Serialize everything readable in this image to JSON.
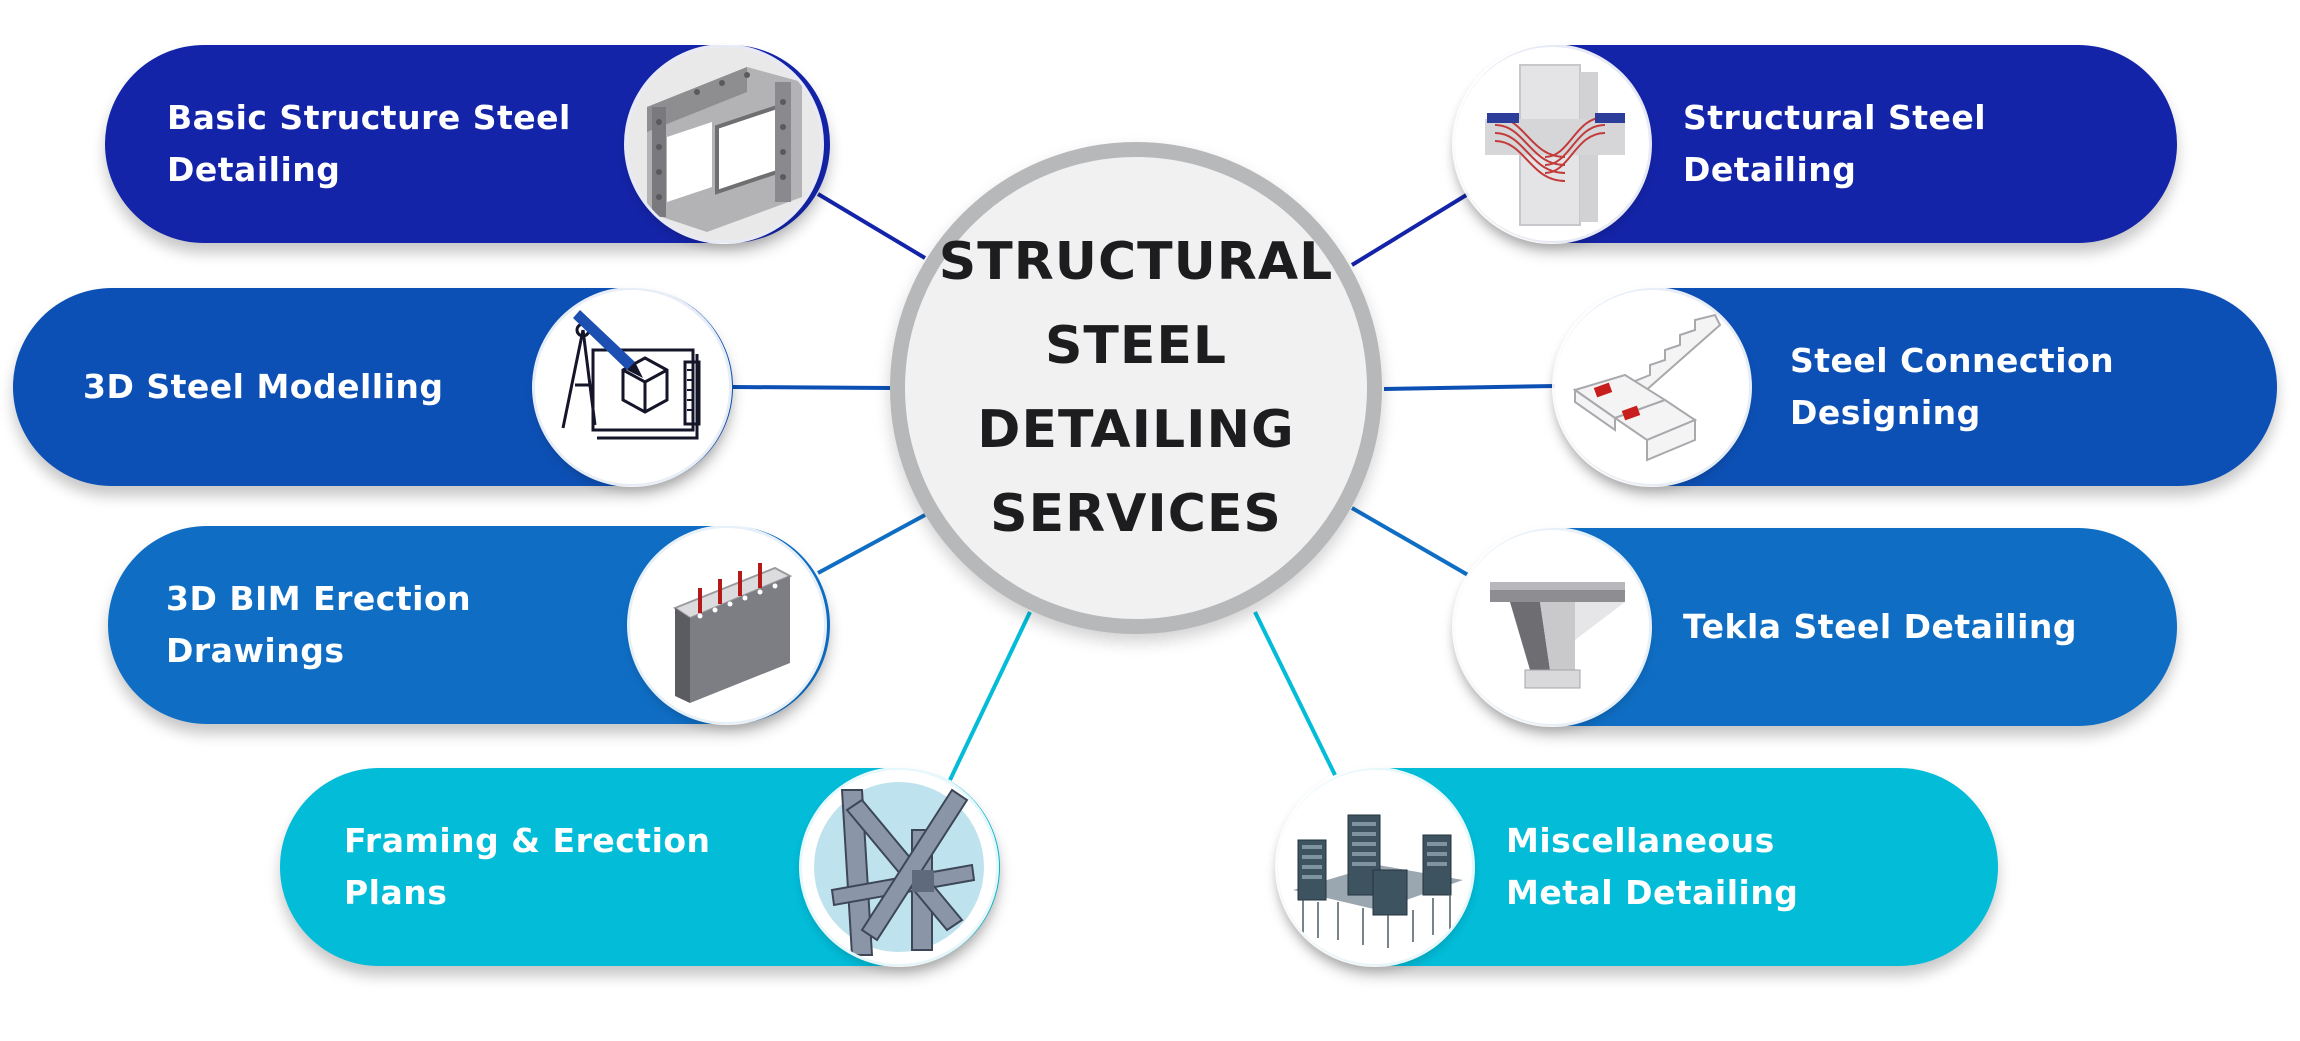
{
  "hub": {
    "title_lines": [
      "STRUCTURAL",
      "STEEL DETAILING",
      "SERVICES"
    ]
  },
  "services": [
    {
      "label": "Basic Structure Steel Detailing",
      "icon": "steel-frame-icon",
      "color": "#1424a8"
    },
    {
      "label": "3D Steel Modelling",
      "icon": "drafting-compass-icon",
      "color": "#0d50b5"
    },
    {
      "label": "3D BIM Erection Drawings",
      "icon": "precast-wall-icon",
      "color": "#0f6ec4"
    },
    {
      "label": "Framing & Erection Plans",
      "icon": "steel-truss-icon",
      "color": "#02bcd8"
    },
    {
      "label": "Structural Steel Detailing",
      "icon": "rebar-column-icon",
      "color": "#1424a8"
    },
    {
      "label": "Steel Connection Designing",
      "icon": "staircase-icon",
      "color": "#0d50b5"
    },
    {
      "label": "Tekla Steel Detailing",
      "icon": "concrete-beam-icon",
      "color": "#0f6ec4"
    },
    {
      "label": "Miscellaneous Metal Detailing",
      "icon": "building-model-icon",
      "color": "#02bcd8"
    }
  ],
  "connector_colors": {
    "navy": "#1424a8",
    "blue": "#0d50b5",
    "mid": "#0f6ec4",
    "cyan": "#02bcd8"
  }
}
